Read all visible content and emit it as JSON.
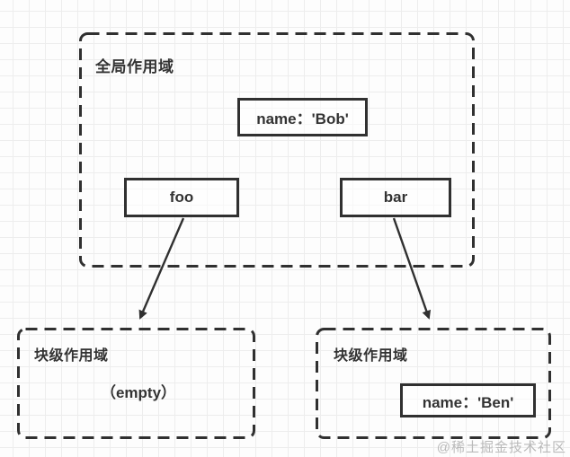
{
  "colors": {
    "stroke": "#303030",
    "text": "#333333",
    "grid": "#ededed",
    "background": "#fdfdfd",
    "watermark": "#b9b9b9"
  },
  "diagram": {
    "global_scope": {
      "title": "全局作用域",
      "variable_box": "name：'Bob'",
      "foo_label": "foo",
      "bar_label": "bar"
    },
    "left_block_scope": {
      "title": "块级作用域",
      "content": "（empty）"
    },
    "right_block_scope": {
      "title": "块级作用域",
      "variable_box": "name：'Ben'"
    },
    "arrows": [
      {
        "from": "foo",
        "to": "left-block-scope"
      },
      {
        "from": "bar",
        "to": "right-block-scope"
      }
    ]
  },
  "watermark": "@稀土掘金技术社区"
}
